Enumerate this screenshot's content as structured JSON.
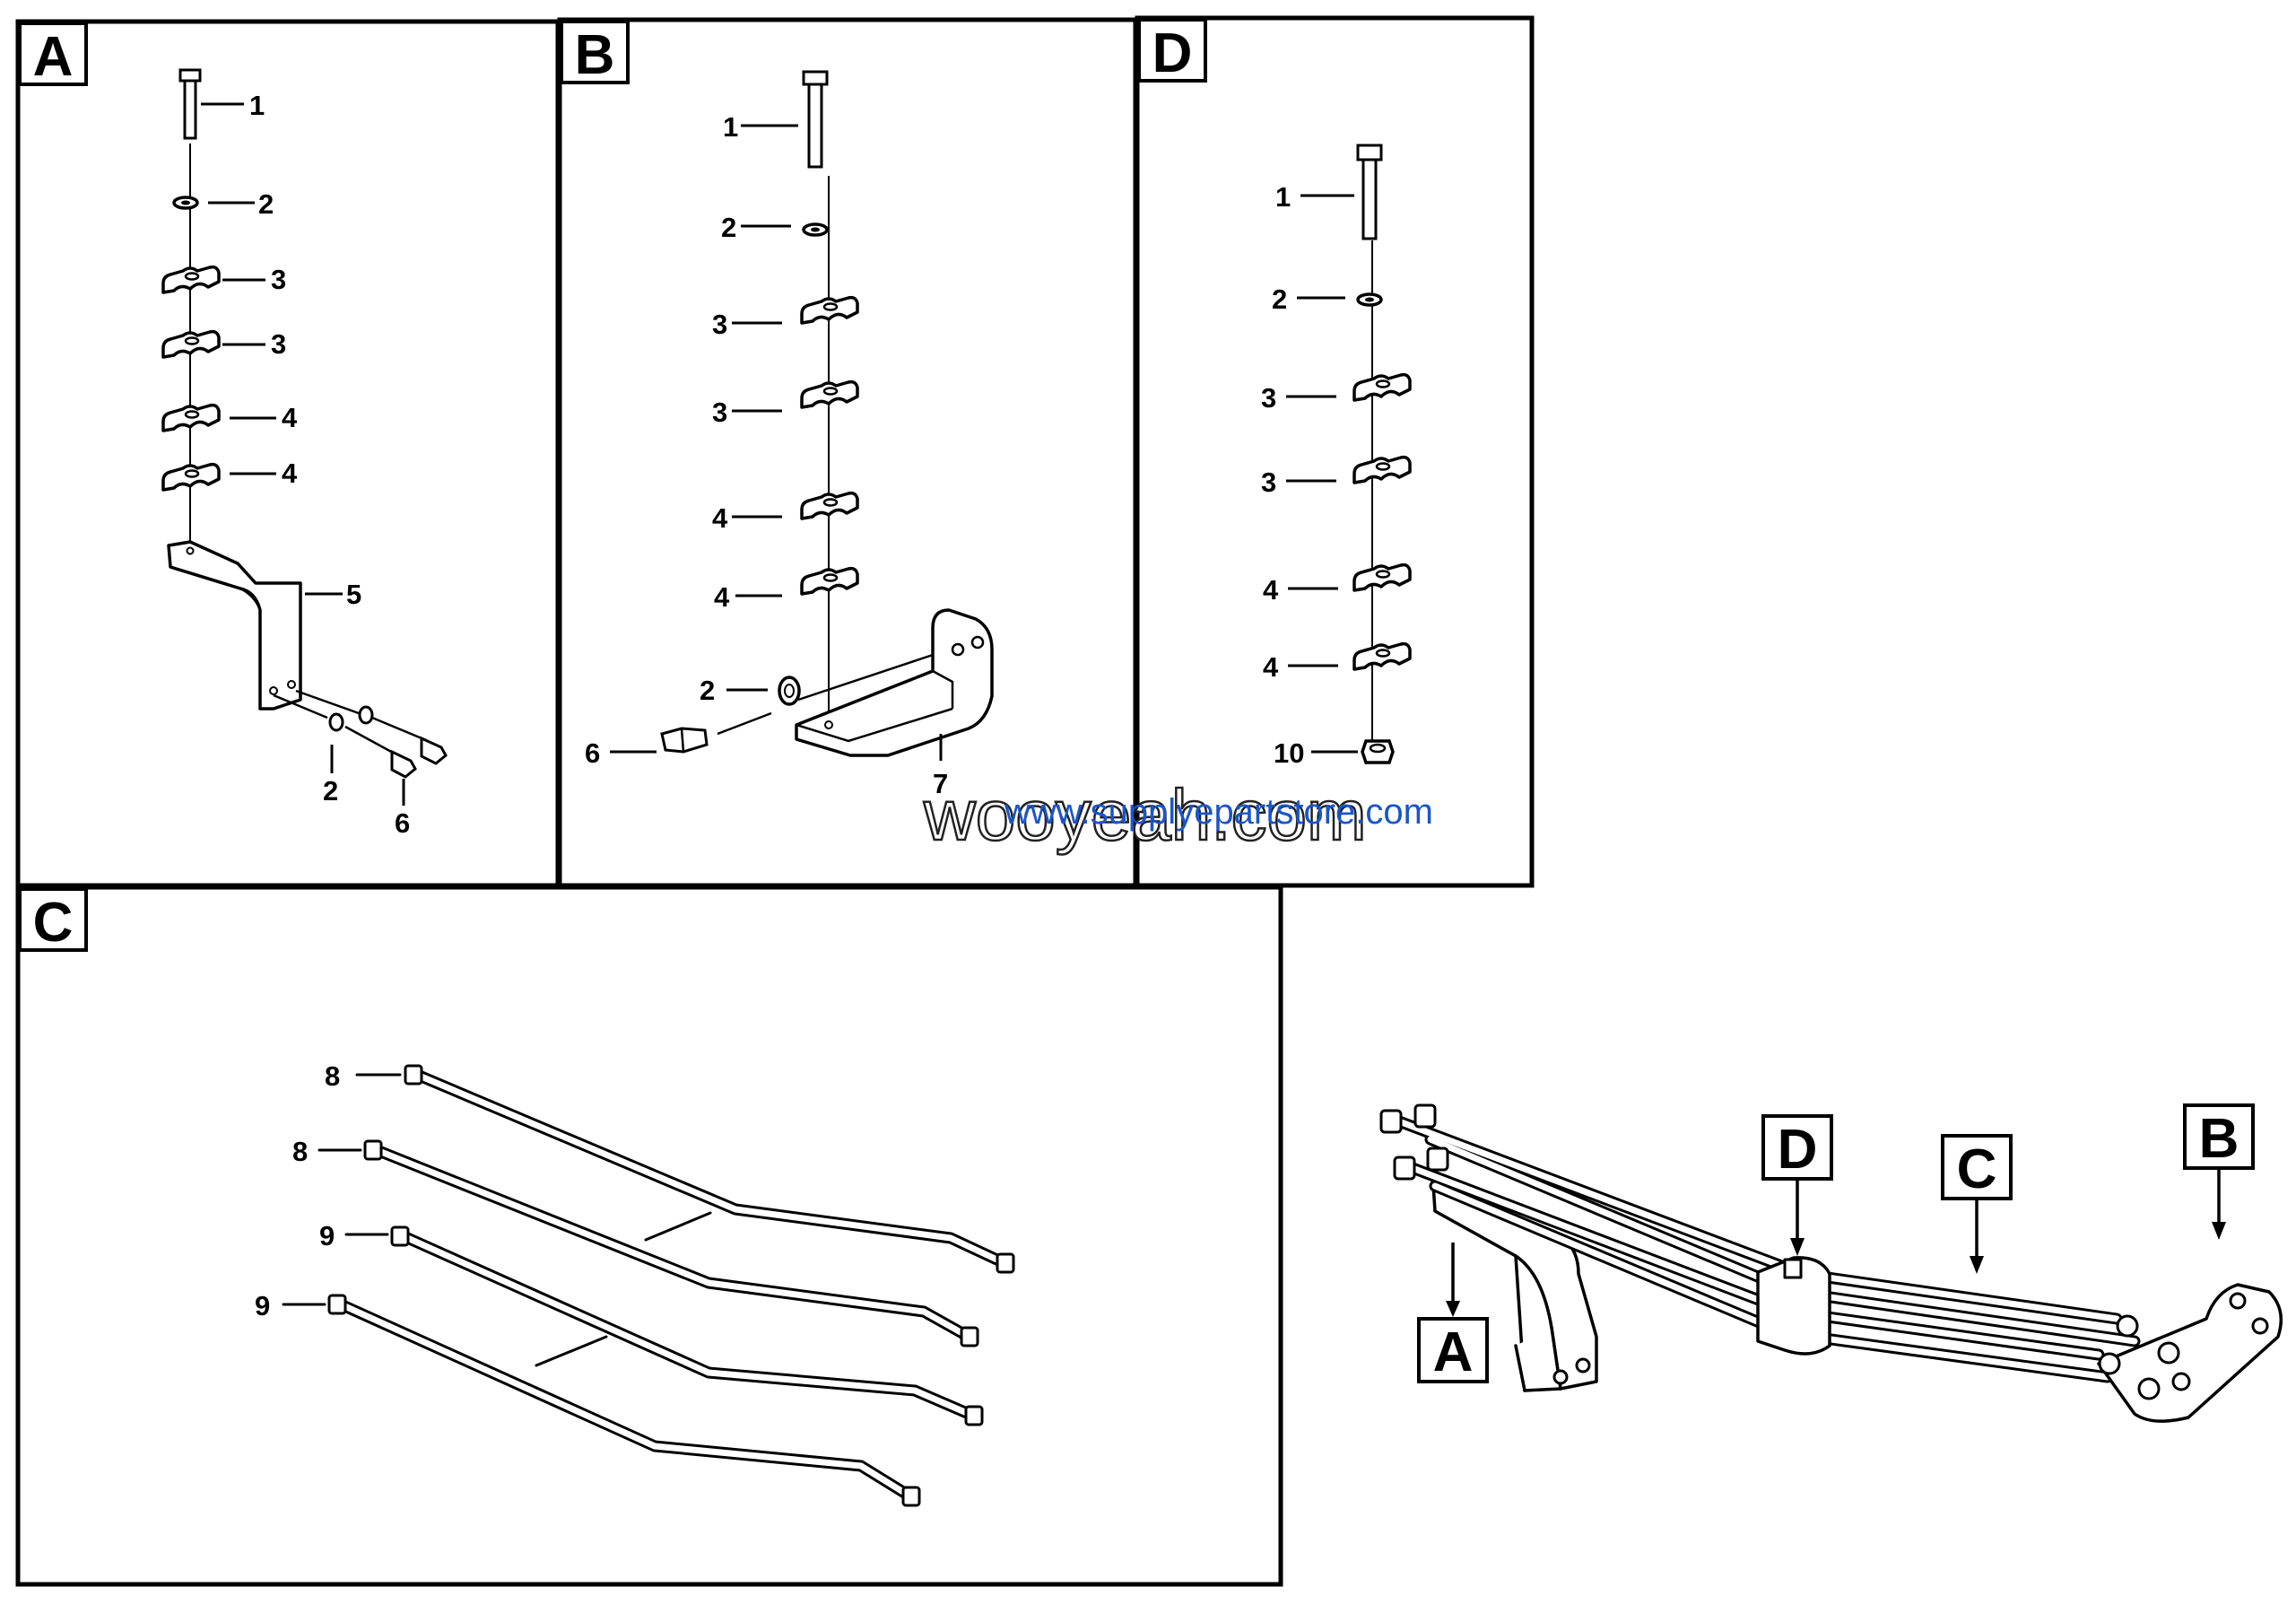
{
  "panels": {
    "A": {
      "key": "A",
      "labels": [
        "1",
        "2",
        "3",
        "3",
        "4",
        "4",
        "5",
        "2",
        "6"
      ]
    },
    "B": {
      "key": "B",
      "labels": [
        "1",
        "2",
        "3",
        "3",
        "4",
        "4",
        "2",
        "6",
        "7"
      ]
    },
    "D": {
      "key": "D",
      "labels": [
        "1",
        "2",
        "3",
        "3",
        "4",
        "4",
        "10"
      ]
    },
    "C": {
      "key": "C",
      "labels": [
        "8",
        "8",
        "9",
        "9"
      ]
    }
  },
  "assembly": {
    "callouts": [
      "A",
      "D",
      "C",
      "B"
    ]
  },
  "watermark": {
    "main": "wooyeah.com",
    "overlay": "www.supplyepartstore.com"
  }
}
